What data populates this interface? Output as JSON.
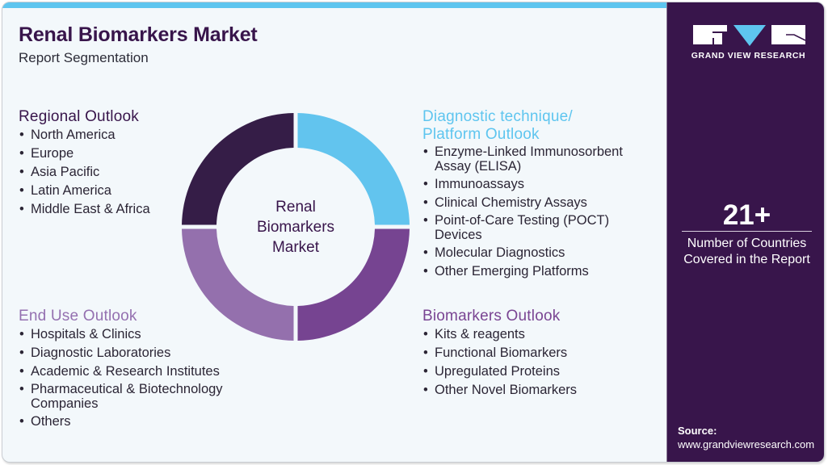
{
  "header": {
    "title": "Renal Biomarkers Market",
    "subtitle": "Report Segmentation"
  },
  "donut": {
    "center_lines": [
      "Renal",
      "Biomarkers",
      "Market"
    ],
    "segments": [
      {
        "name": "Diagnostic technique/Platform Outlook",
        "color": "#62c4ee"
      },
      {
        "name": "Biomarkers Outlook",
        "color": "#764491"
      },
      {
        "name": "End Use Outlook",
        "color": "#9470ad"
      },
      {
        "name": "Regional Outlook",
        "color": "#351d47"
      }
    ]
  },
  "sections": {
    "regional": {
      "title": "Regional Outlook",
      "items": [
        "North America",
        "Europe",
        "Asia Pacific",
        "Latin America",
        "Middle East & Africa"
      ]
    },
    "end_use": {
      "title": "End Use Outlook",
      "items": [
        "Hospitals & Clinics",
        "Diagnostic Laboratories",
        "Academic & Research Institutes",
        "Pharmaceutical & Biotechnology Companies",
        "Others"
      ]
    },
    "diagnostic": {
      "title_line1": "Diagnostic technique/",
      "title_line2": "Platform Outlook",
      "items": [
        "Enzyme-Linked Immunosorbent Assay (ELISA)",
        "Immunoassays",
        "Clinical Chemistry Assays",
        "Point-of-Care Testing (POCT) Devices",
        "Molecular Diagnostics",
        "Other Emerging Platforms"
      ]
    },
    "biomarkers": {
      "title": "Biomarkers Outlook",
      "items": [
        "Kits & reagents",
        "Functional Biomarkers",
        "Upregulated Proteins",
        "Other Novel Biomarkers"
      ]
    }
  },
  "sidebar": {
    "logo_text": "GRAND VIEW RESEARCH",
    "stat_value": "21+",
    "stat_label_line1": "Number of Countries",
    "stat_label_line2": "Covered in the Report",
    "source_title": "Source:",
    "source_url": "www.grandviewresearch.com"
  },
  "colors": {
    "brand_dark": "#38154b",
    "accent_blue": "#5ec5ef",
    "purple_mid": "#764491",
    "purple_light": "#9470ad",
    "background": "#f3f8fb"
  }
}
